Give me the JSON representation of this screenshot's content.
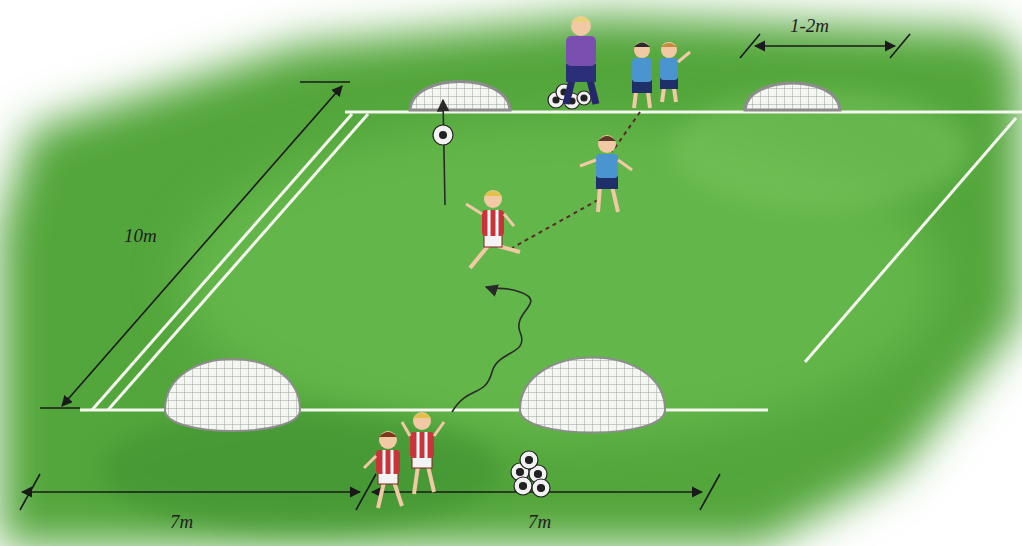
{
  "diagram": {
    "labels": [
      "1-2m",
      "10m",
      "7m",
      "7m"
    ]
  }
}
